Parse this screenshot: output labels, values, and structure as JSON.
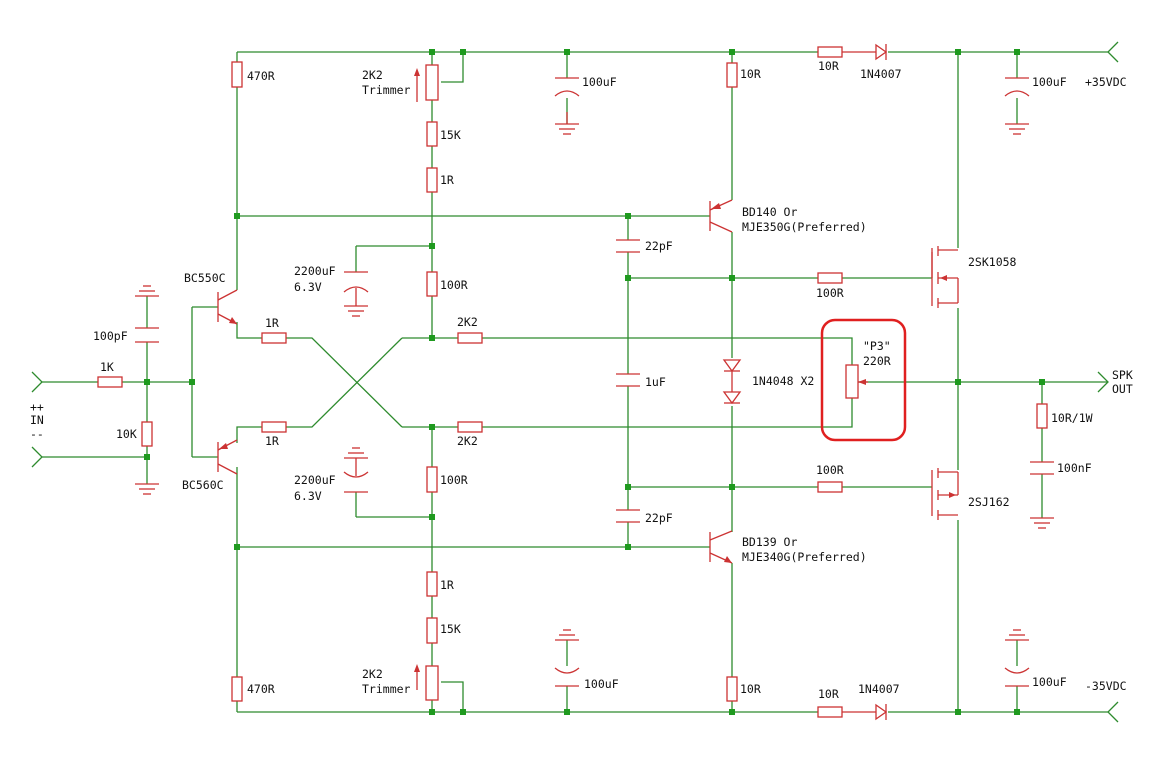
{
  "labels": {
    "r470_top": "470R",
    "trim_top_1": "2K2",
    "trim_top_2": "Trimmer",
    "c100u_top_mid": "100uF",
    "r10_top": "10R",
    "r10_top_series": "10R",
    "d_top": "1N4007",
    "c100u_top_right": "100uF",
    "vpos": "+35VDC",
    "r15k_top": "15K",
    "r1_top": "1R",
    "q_bd140_1": "BD140 Or",
    "q_bd140_2": "MJE350G(Preferred)",
    "c22p_top": "22pF",
    "c2200_top_1": "2200uF",
    "c2200_top_2": "6.3V",
    "r100_top": "100R",
    "q_2sk": "2SK1058",
    "q_bc550": "BC550C",
    "c100p": "100pF",
    "r1_left_top": "1R",
    "r2k2_top": "2K2",
    "r100_mos_top": "100R",
    "p3_1": "\"P3\"",
    "p3_2": "220R",
    "r1k": "1K",
    "in_plus": "++",
    "in_label": "IN",
    "in_minus": "--",
    "c1u": "1uF",
    "d_1n4048": "1N4048 X2",
    "spk_1": "SPK",
    "spk_2": "OUT",
    "r10k": "10K",
    "r1_left_bot": "1R",
    "r2k2_bot": "2K2",
    "r10r1w": "10R/1W",
    "q_bc560": "BC560C",
    "c2200_bot_1": "2200uF",
    "c2200_bot_2": "6.3V",
    "r100_bot": "100R",
    "r100_mos_bot": "100R",
    "c100n": "100nF",
    "q_2sj": "2SJ162",
    "c22p_bot": "22pF",
    "q_bd139_1": "BD139 Or",
    "q_bd139_2": "MJE340G(Preferred)",
    "r1_bot": "1R",
    "r15k_bot": "15K",
    "trim_bot_1": "2K2",
    "trim_bot_2": "Trimmer",
    "c100u_bot_mid": "100uF",
    "r10_bot": "10R",
    "r10_bot_series": "10R",
    "d_bot": "1N4007",
    "c100u_bot_right": "100uF",
    "vneg": "-35VDC",
    "r470_bot": "470R"
  },
  "colors": {
    "wire": "#2e8b2e",
    "component": "#cc3333",
    "junction": "#1f9a1f",
    "highlight": "#e02020"
  }
}
